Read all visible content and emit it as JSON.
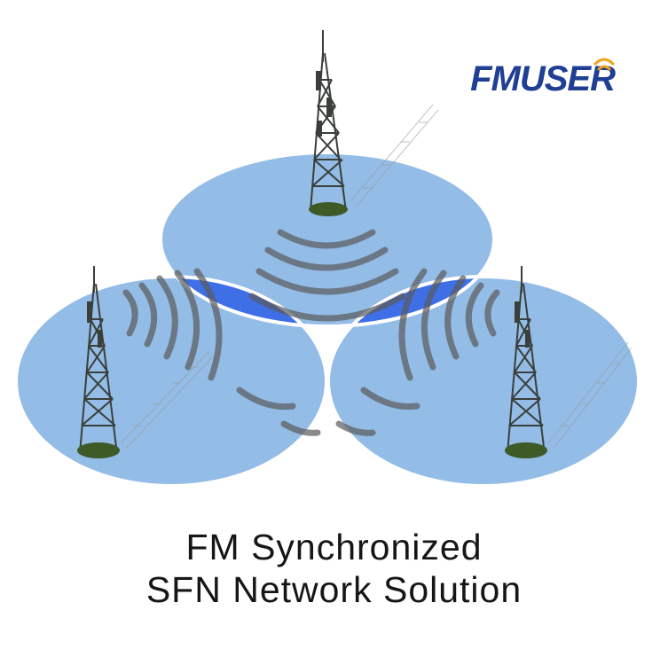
{
  "brand": {
    "logo_text": "FMUSER",
    "logo_color": "#1f3f94",
    "logo_wave_color": "#f0a21a"
  },
  "caption": {
    "line_1": "FM Synchronized",
    "line_2": "SFN Network Solution"
  },
  "colors": {
    "coverage_light": "#93bce6",
    "coverage_overlap": "#3f6fe6",
    "coverage_outline": "#ffffff",
    "signal_wave": "#5a5a5a",
    "tower_lattice": "#3a3f3a",
    "tower_shrubs": "#3e5a26"
  },
  "diagram": {
    "coverage_zones": [
      {
        "name": "top-coverage-zone"
      },
      {
        "name": "left-coverage-zone"
      },
      {
        "name": "right-coverage-zone"
      }
    ],
    "towers": [
      {
        "name": "top-tower-icon"
      },
      {
        "name": "left-tower-icon"
      },
      {
        "name": "right-tower-icon"
      }
    ]
  }
}
